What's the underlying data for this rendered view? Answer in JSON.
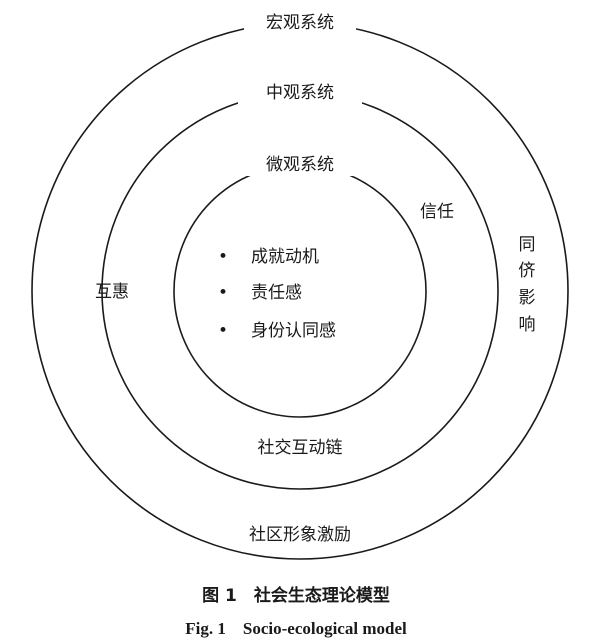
{
  "diagram": {
    "rings": {
      "outer": "宏观系统",
      "middle": "中观系统",
      "inner": "微观系统"
    },
    "middle_band": {
      "left": "互惠",
      "right": "信任",
      "bottom": "社交互动链"
    },
    "outer_band": {
      "right_vertical": [
        "同",
        "侪",
        "影",
        "响"
      ],
      "bottom": "社区形象激励"
    },
    "core_items": [
      "成就动机",
      "责任感",
      "身份认同感"
    ],
    "bullet": "•"
  },
  "caption": {
    "chinese": "图 1　社会生态理论模型",
    "english": "Fig. 1　Socio-ecological model"
  }
}
